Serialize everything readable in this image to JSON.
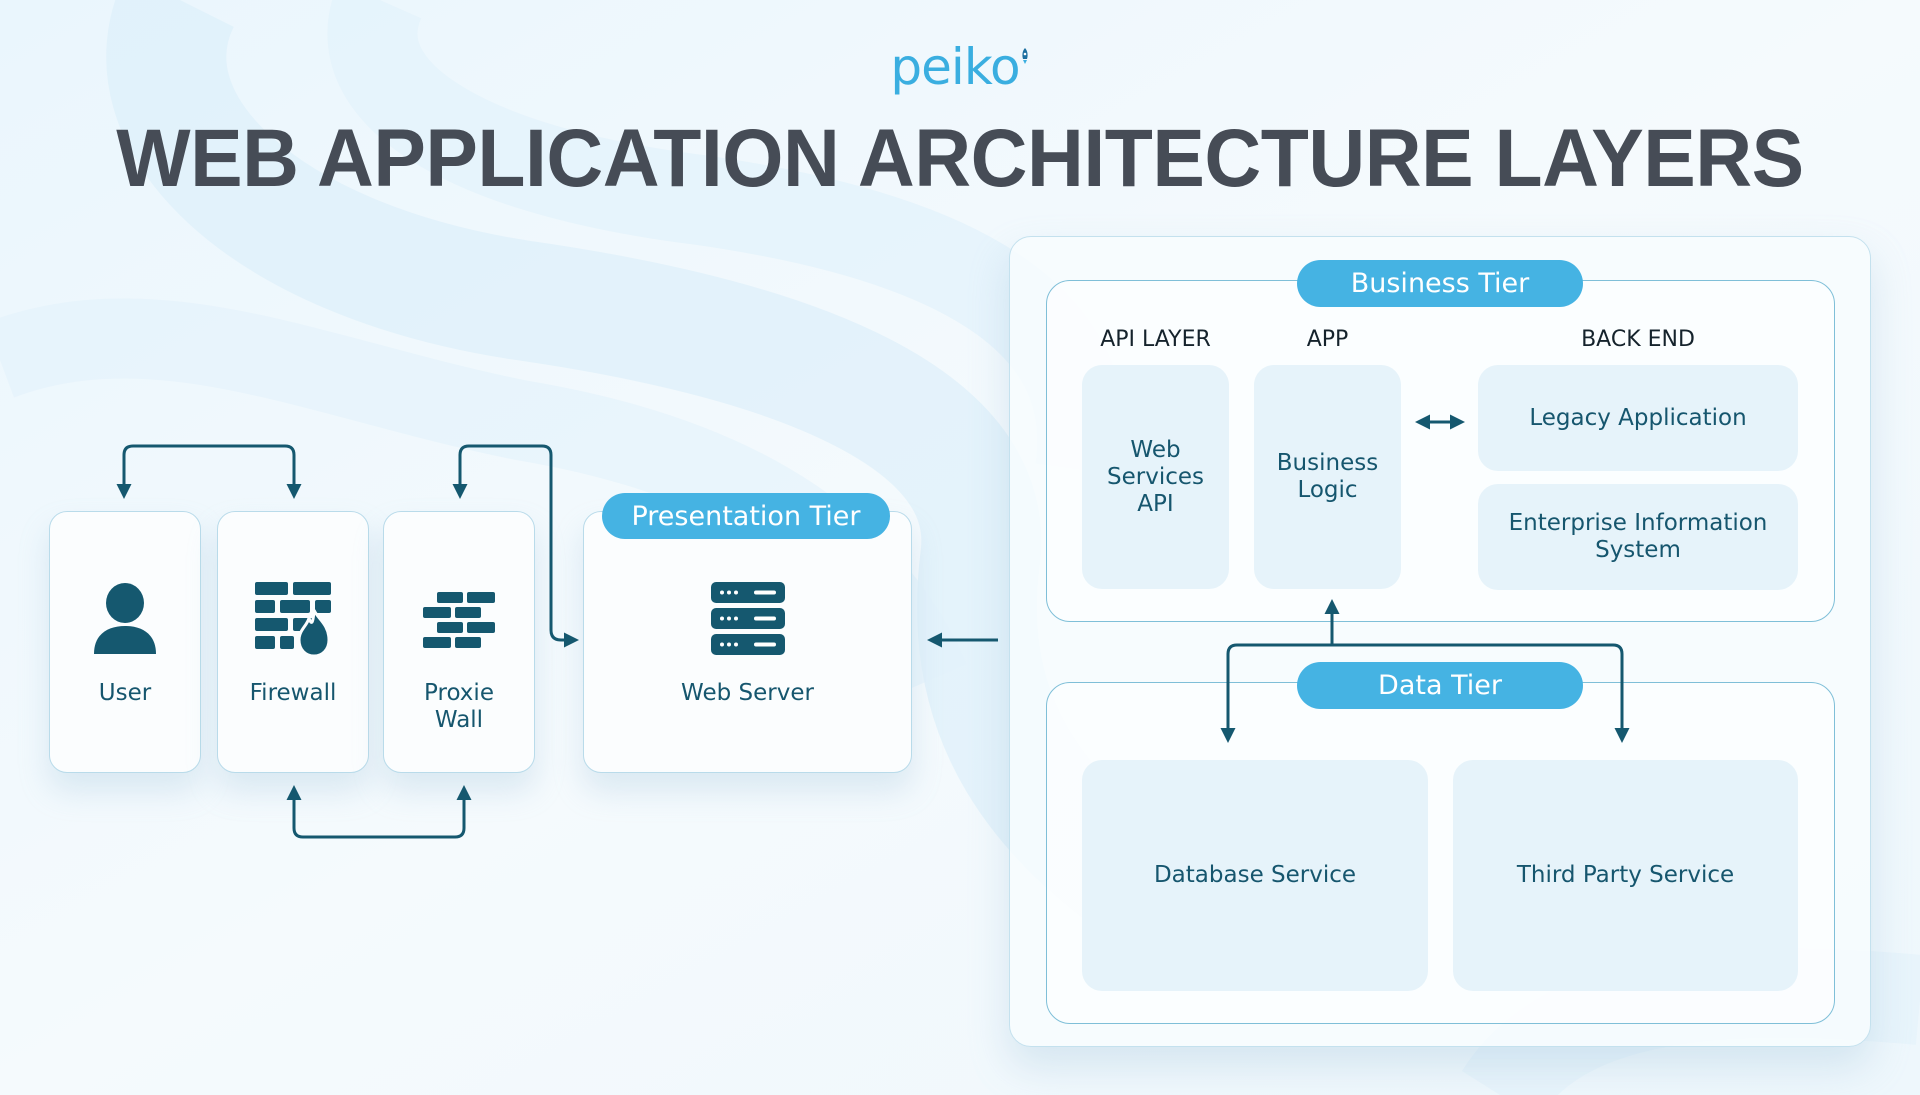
{
  "brand": {
    "logo_text": "peiko"
  },
  "title": "WEB APPLICATION ARCHITECTURE LAYERS",
  "colors": {
    "accent": "#45b3e3",
    "icon": "#15586f",
    "title": "#464c56",
    "label": "#16566e",
    "box_fill": "#e6f3fa"
  },
  "client_side": {
    "cards": [
      {
        "label": "User",
        "icon": "user-icon"
      },
      {
        "label": "Firewall",
        "icon": "firewall-icon"
      },
      {
        "label": "Proxie Wall",
        "label_lines": [
          "Proxie",
          "Wall"
        ],
        "icon": "brick-wall-icon"
      }
    ]
  },
  "presentation_tier": {
    "title": "Presentation Tier",
    "item": {
      "label": "Web Server",
      "icon": "server-icon"
    }
  },
  "business_tier": {
    "title": "Business Tier",
    "columns": [
      {
        "heading": "API LAYER",
        "items": [
          {
            "label": "Web Services API",
            "lines": [
              "Web",
              "Services",
              "API"
            ]
          }
        ]
      },
      {
        "heading": "APP",
        "items": [
          {
            "label": "Business Logic",
            "lines": [
              "Business",
              "Logic"
            ]
          }
        ]
      },
      {
        "heading": "BACK END",
        "items": [
          {
            "label": "Legacy Application",
            "lines": [
              "Legacy Application"
            ]
          },
          {
            "label": "Enterprise Information System",
            "lines": [
              "Enterprise Information",
              "System"
            ]
          }
        ]
      }
    ]
  },
  "data_tier": {
    "title": "Data Tier",
    "items": [
      {
        "label": "Database Service"
      },
      {
        "label": "Third Party Service"
      }
    ]
  },
  "connections": [
    {
      "from": "User",
      "to": "Firewall",
      "type": "bidirectional"
    },
    {
      "from": "Firewall",
      "to": "Proxie Wall",
      "type": "bidirectional"
    },
    {
      "from": "Proxie Wall",
      "to": "Web Server",
      "type": "bidirectional"
    },
    {
      "from": "Business Tier",
      "to": "Web Server",
      "type": "directed"
    },
    {
      "from": "Business Logic",
      "to": "Legacy Application",
      "type": "bidirectional"
    },
    {
      "from": "Data Tier",
      "to": "Business Logic",
      "type": "directed"
    },
    {
      "from": "Data Tier",
      "to": "Database Service",
      "type": "directed"
    },
    {
      "from": "Data Tier",
      "to": "Third Party Service",
      "type": "directed"
    }
  ]
}
